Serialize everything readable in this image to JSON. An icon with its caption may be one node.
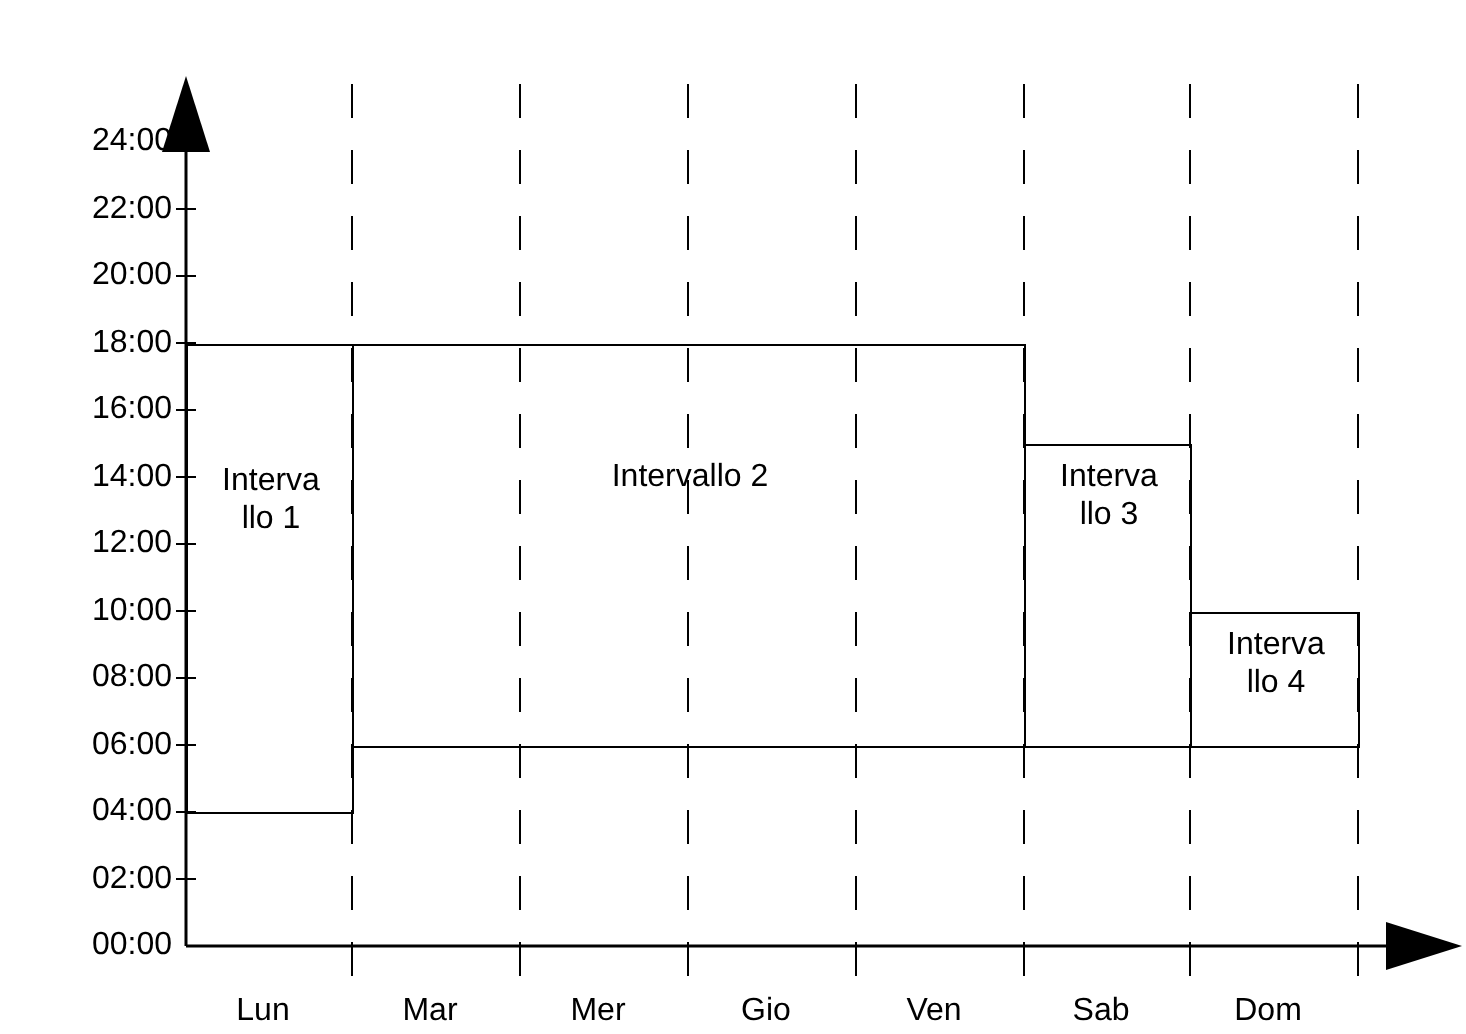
{
  "diagram": {
    "nodes": [
      {
        "text": [
          "Interva llo 1"
        ]
      },
      {
        "text": [
          "Intervallo 2"
        ]
      },
      {
        "text": [
          "Interva llo 3"
        ]
      },
      {
        "text": [
          "Interva llo 4"
        ]
      }
    ],
    "labels": [
      "24:00",
      "22:00",
      "20:00",
      "18:00",
      "16:00",
      "14:00",
      "12:00",
      "10:00",
      "08:00",
      "06:00",
      "04:00",
      "02:00",
      "00:00",
      "Lun",
      "Mar",
      "Mer",
      "Gio",
      "Ven",
      "Sab",
      "Dom"
    ]
  }
}
